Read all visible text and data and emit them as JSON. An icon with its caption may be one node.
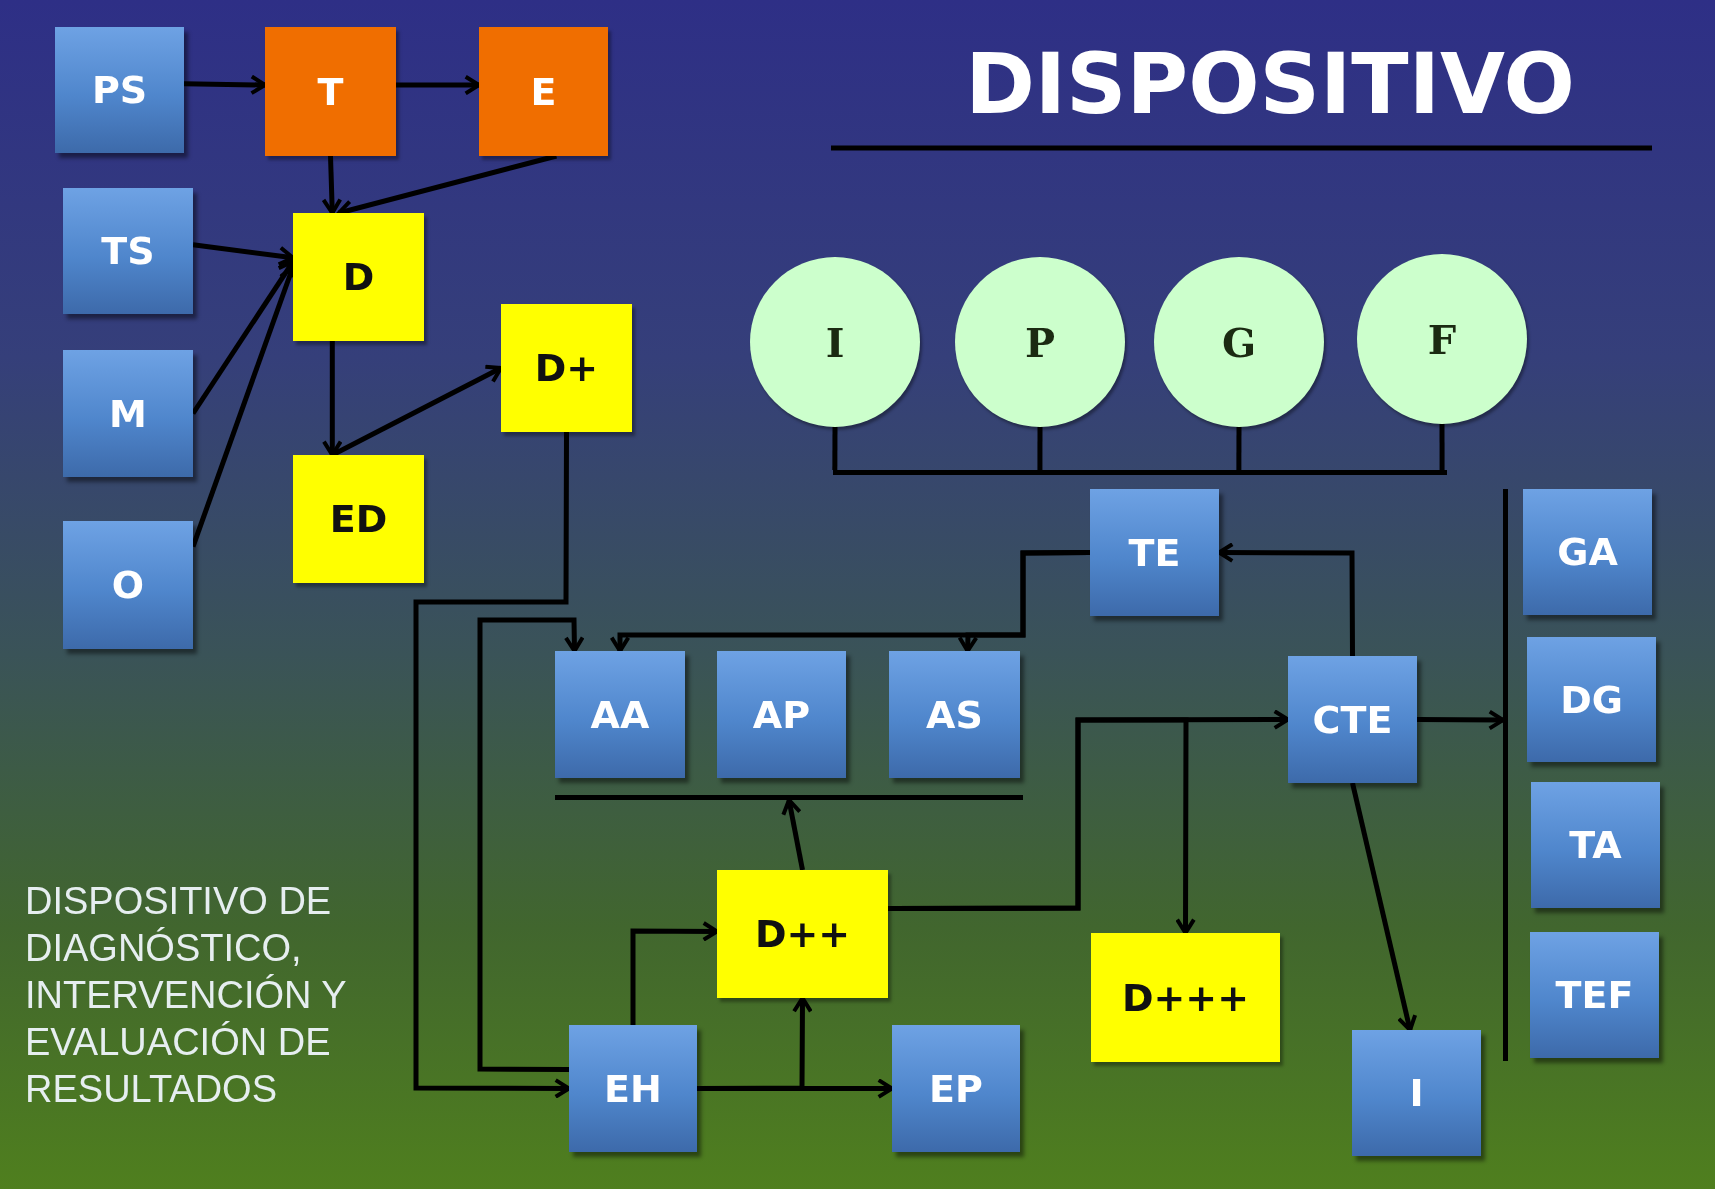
{
  "diagram": {
    "title": "DISPOSITIVO",
    "nodes": [
      {
        "text": [
          "PS"
        ]
      },
      {
        "text": [
          "T"
        ]
      },
      {
        "text": [
          "E"
        ]
      },
      {
        "text": [
          "TS"
        ]
      },
      {
        "text": [
          "D"
        ]
      },
      {
        "text": [
          "M"
        ]
      },
      {
        "text": [
          "D+"
        ]
      },
      {
        "text": [
          "ED"
        ]
      },
      {
        "text": [
          "O"
        ]
      },
      {
        "text": [
          "I"
        ]
      },
      {
        "text": [
          "P"
        ]
      },
      {
        "text": [
          "G"
        ]
      },
      {
        "text": [
          "F"
        ]
      },
      {
        "text": [],
        "shape": "bar"
      },
      {
        "text": [
          "TE"
        ]
      },
      {
        "text": [],
        "shape": "bar"
      },
      {
        "text": [
          "GA"
        ]
      },
      {
        "text": [
          "AA"
        ]
      },
      {
        "text": [
          "AP"
        ]
      },
      {
        "text": [
          "AS"
        ]
      },
      {
        "text": [
          "CTE"
        ]
      },
      {
        "text": [
          "DG"
        ]
      },
      {
        "text": [
          "TA"
        ]
      },
      {
        "text": [],
        "shape": "bar"
      },
      {
        "text": [
          "D++"
        ]
      },
      {
        "text": [
          "D+++"
        ]
      },
      {
        "text": [
          "TEF"
        ]
      },
      {
        "text": [
          "EH"
        ]
      },
      {
        "text": [
          "EP"
        ]
      },
      {
        "text": [
          "I"
        ]
      }
    ],
    "edges": [
      {
        "from": 0,
        "to": 1,
        "arrow": "to"
      },
      {
        "from": 1,
        "to": 2,
        "arrow": "to"
      },
      {
        "from": 1,
        "to": 4,
        "arrow": "to"
      },
      {
        "from": 2,
        "to": 4,
        "arrow": "to"
      },
      {
        "from": 3,
        "to": 4,
        "arrow": "to"
      },
      {
        "from": 5,
        "to": 4,
        "arrow": "to"
      },
      {
        "from": 8,
        "to": 4,
        "arrow": "to"
      },
      {
        "from": 4,
        "to": 7,
        "arrow": "to"
      },
      {
        "from": 7,
        "to": 6,
        "arrow": "to"
      },
      {
        "from": 9,
        "to": 13,
        "arrow": "none"
      },
      {
        "from": 10,
        "to": 13,
        "arrow": "none"
      },
      {
        "from": 11,
        "to": 13,
        "arrow": "none"
      },
      {
        "from": 12,
        "to": 13,
        "arrow": "none"
      },
      {
        "from": 20,
        "to": 14,
        "arrow": "to"
      },
      {
        "from": 14,
        "to": 19,
        "arrow": "to"
      },
      {
        "from": 14,
        "to": 17,
        "arrow": "to"
      },
      {
        "from": 6,
        "to": 27,
        "arrow": "to"
      },
      {
        "from": 27,
        "to": 17,
        "arrow": "to"
      },
      {
        "from": 27,
        "to": 24,
        "arrow": "to"
      },
      {
        "from": 27,
        "to": 28,
        "arrow": "to"
      },
      {
        "from": 27,
        "to": 24,
        "arrow": "to"
      },
      {
        "from": 24,
        "to": 23,
        "arrow": "to"
      },
      {
        "from": 24,
        "to": 20,
        "arrow": "to"
      },
      {
        "from": 24,
        "to": 25,
        "arrow": "to"
      },
      {
        "from": 20,
        "to": 15,
        "arrow": "to"
      },
      {
        "from": 20,
        "to": 29,
        "arrow": "to"
      }
    ],
    "labels": [
      "DISPOSITIVO DE DIAGNÓSTICO, INTERVENCIÓN Y EVALUACIÓN DE RESULTADOS"
    ]
  }
}
